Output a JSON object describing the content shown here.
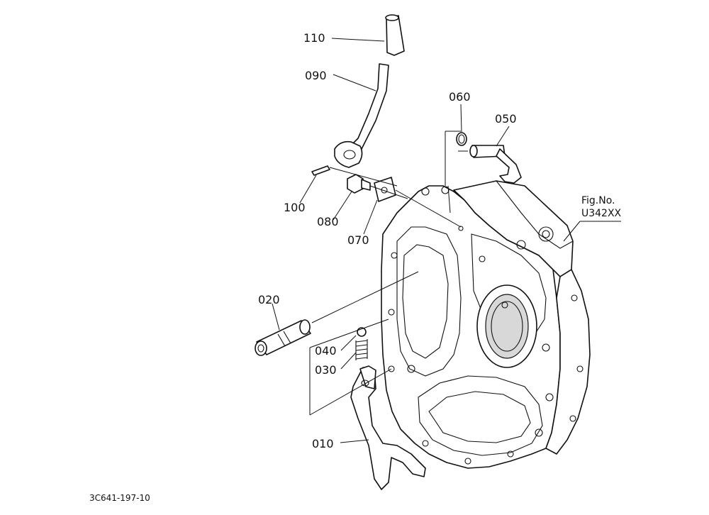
{
  "figure": {
    "fig_no_label": "Fig.No.",
    "fig_no_value": "U342XX",
    "drawing_code": "3C641-197-10"
  },
  "parts": [
    {
      "id": "p110",
      "number": "110"
    },
    {
      "id": "p090",
      "number": "090"
    },
    {
      "id": "p100",
      "number": "100"
    },
    {
      "id": "p080",
      "number": "080"
    },
    {
      "id": "p070",
      "number": "070"
    },
    {
      "id": "p060",
      "number": "060"
    },
    {
      "id": "p050",
      "number": "050"
    },
    {
      "id": "p020",
      "number": "020"
    },
    {
      "id": "p040",
      "number": "040"
    },
    {
      "id": "p030",
      "number": "030"
    },
    {
      "id": "p010",
      "number": "010"
    }
  ]
}
